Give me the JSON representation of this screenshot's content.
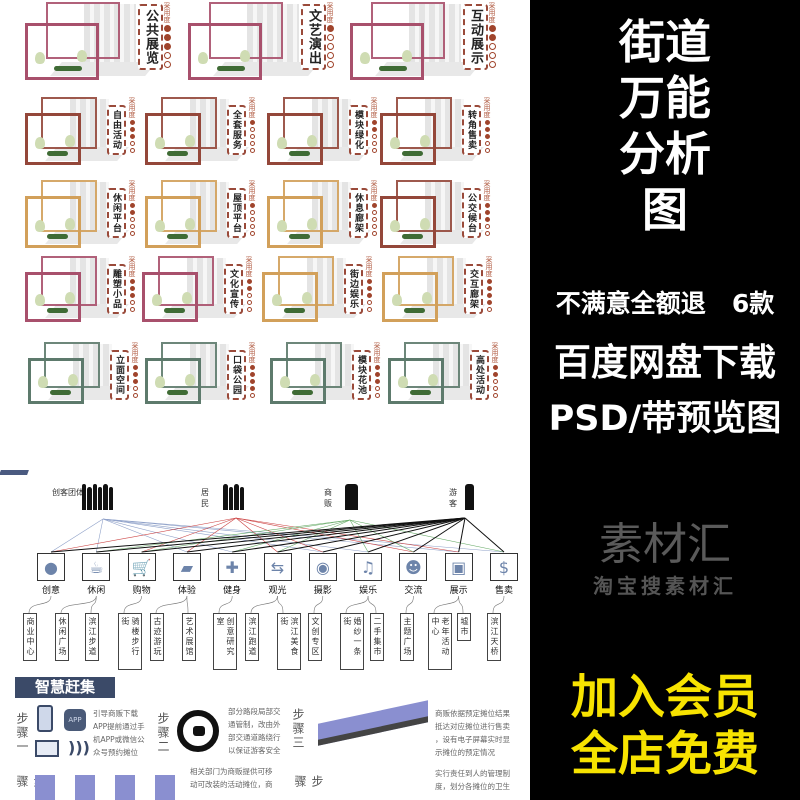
{
  "rating_label": "采用度",
  "colors": {
    "pink": "#a8506c",
    "brown": "#94473a",
    "orange": "#d2a05a",
    "green": "#5d7a6c",
    "dot": "#a0442c",
    "navy": "#3b4a68",
    "yellow": "#f7e300",
    "icon_blue": "#6d84aa"
  },
  "cube_rows": [
    [
      {
        "label": "公共展览",
        "color": "pink",
        "rating": 3
      },
      {
        "label": "文艺演出",
        "color": "pink",
        "rating": 1
      },
      {
        "label": "互动展示",
        "color": "pink",
        "rating": 2
      }
    ],
    [
      {
        "label": "自由活动",
        "color": "brown",
        "rating": 3
      },
      {
        "label": "全套服务",
        "color": "brown",
        "rating": 1
      },
      {
        "label": "模块绿化",
        "color": "brown",
        "rating": 2
      },
      {
        "label": "转角售卖",
        "color": "brown",
        "rating": 3
      }
    ],
    [
      {
        "label": "休闲平台",
        "color": "orange",
        "rating": 2
      },
      {
        "label": "屋顶平台",
        "color": "orange",
        "rating": 1
      },
      {
        "label": "休息廊架",
        "color": "orange",
        "rating": 1
      },
      {
        "label": "公交候台",
        "color": "brown",
        "rating": 3
      }
    ],
    [
      {
        "label": "雕塑小品",
        "color": "pink",
        "rating": 3
      },
      {
        "label": "文化宣传",
        "color": "pink",
        "rating": 2
      },
      {
        "label": "街边娱乐",
        "color": "orange",
        "rating": 3
      },
      {
        "label": "交互廊架",
        "color": "orange",
        "rating": 4
      }
    ],
    [
      {
        "label": "立面空间",
        "color": "green",
        "rating": 3
      },
      {
        "label": "口袋公园",
        "color": "green",
        "rating": 4
      },
      {
        "label": "模块花池",
        "color": "green",
        "rating": 3
      },
      {
        "label": "高处活动",
        "color": "green",
        "rating": 2
      }
    ]
  ],
  "network": {
    "groups": [
      "创客团体",
      "居民",
      "商贩",
      "游客"
    ],
    "activities": [
      {
        "label": "创意",
        "icon": "lightbulb-icon"
      },
      {
        "label": "休闲",
        "icon": "coffee-cup-icon"
      },
      {
        "label": "购物",
        "icon": "shopping-cart-icon"
      },
      {
        "label": "体验",
        "icon": "bag-icon"
      },
      {
        "label": "健身",
        "icon": "dumbbell-icon"
      },
      {
        "label": "观光",
        "icon": "signpost-icon"
      },
      {
        "label": "摄影",
        "icon": "camera-icon"
      },
      {
        "label": "娱乐",
        "icon": "music-note-icon"
      },
      {
        "label": "交流",
        "icon": "person-chat-icon"
      },
      {
        "label": "展示",
        "icon": "presentation-icon"
      },
      {
        "label": "售卖",
        "icon": "money-bag-icon"
      }
    ],
    "places": [
      "商业中心",
      "休闲广场",
      "滨江步道",
      "骑楼步行街",
      "古迹游玩",
      "艺术展馆",
      "创意研究室",
      "滨江跑道",
      "滨江美食街",
      "文创专区",
      "婚纱一条街",
      "二手集市",
      "主题广场",
      "老年活动中心",
      "墟市",
      "滨江天桥"
    ]
  },
  "smart_market": {
    "title": "智慧赶集",
    "app_label": "APP",
    "step1": {
      "label": "步骤一",
      "lines": [
        "引导商贩下载",
        "APP提前通过手",
        "机APP或微信公",
        "众号预约摊位"
      ]
    },
    "step2": {
      "label": "步骤二",
      "lines": [
        "部分路段局部交",
        "通管制，改由外",
        "部交通道路绕行",
        "以保证游客安全"
      ]
    },
    "step3": {
      "label": "步骤三",
      "lines": [
        "商贩依据预定摊位结果",
        "抵达对应摊位进行售卖",
        "，设有电子屏幕实时显",
        "示摊位的预定情况"
      ]
    },
    "step4_partial": {
      "label": "步骤",
      "lines": [
        "相关部门为商贩提供可移",
        "动可改装的活动摊位，商"
      ]
    },
    "step5_partial": {
      "label": "步骤",
      "lines": [
        "实行责任到人的管理制",
        "度，划分各摊位的卫生"
      ]
    }
  },
  "promo": {
    "title_lines": [
      "街道",
      "万能",
      "分析",
      "图"
    ],
    "refund": "不满意全额退",
    "count": "6款",
    "download": "百度网盘下载",
    "format": "PSD/带预览图",
    "watermark_main": "素材汇",
    "watermark_sub": "淘宝搜素材汇",
    "member": "加入会员",
    "free": "全店免费"
  }
}
